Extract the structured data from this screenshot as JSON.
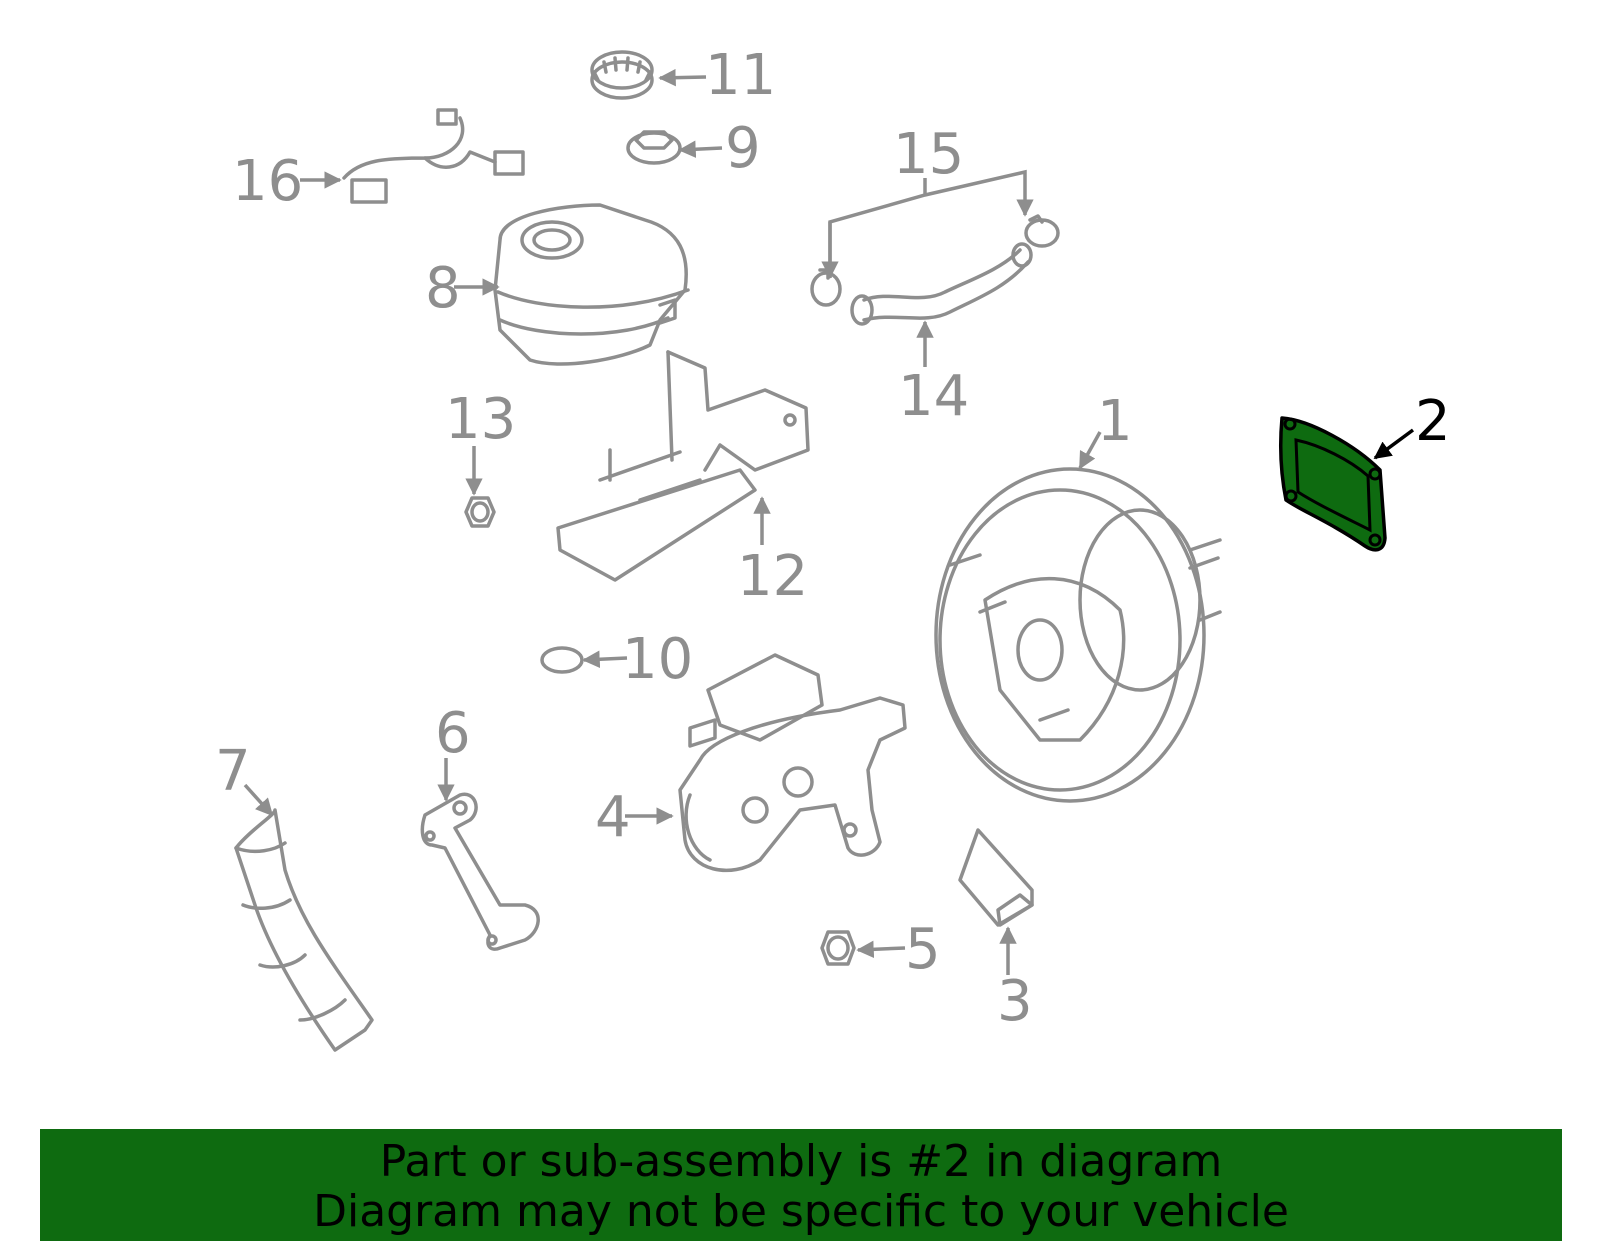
{
  "callouts": {
    "c1": "1",
    "c2": "2",
    "c3": "3",
    "c4": "4",
    "c5": "5",
    "c6": "6",
    "c7": "7",
    "c8": "8",
    "c9": "9",
    "c10": "10",
    "c11": "11",
    "c12": "12",
    "c13": "13",
    "c14": "14",
    "c15": "15",
    "c16": "16"
  },
  "highlighted_part": "2",
  "colors": {
    "part_line": "#8e8e8e",
    "highlight_fill": "#0e6b10",
    "banner_bg": "#0e6b10"
  },
  "banner": {
    "line1": "Part or sub-assembly is #2 in diagram",
    "line2": "Diagram may not be specific to your vehicle"
  }
}
